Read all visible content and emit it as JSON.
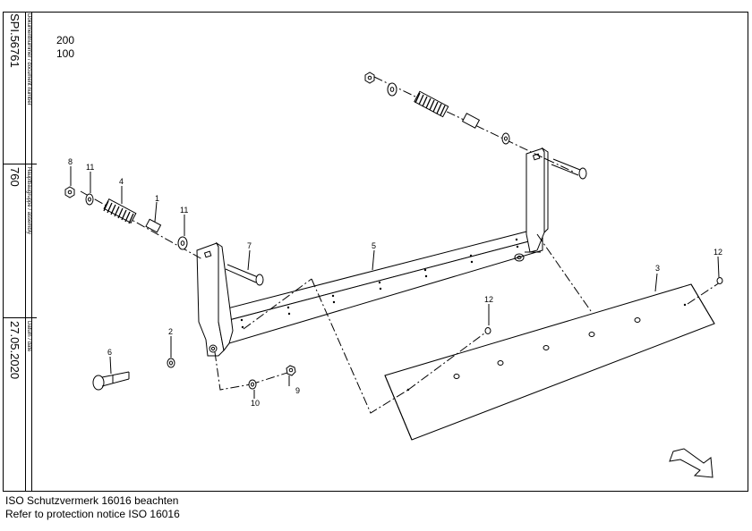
{
  "title_block": {
    "doc_label": "Dokumentnummer / document number",
    "doc_value": "SPI.56761",
    "assembly_label": "Hauptbaugruppe / assembly",
    "assembly_value": "760",
    "date_label": "Datum / date",
    "date_value": "27.05.2020"
  },
  "quantities": [
    "200",
    "100"
  ],
  "callouts": {
    "c1": "1",
    "c2": "2",
    "c3": "3",
    "c4": "4",
    "c5": "5",
    "c6": "6",
    "c7": "7",
    "c8": "8",
    "c9": "9",
    "c10": "10",
    "c11a": "11",
    "c11b": "11",
    "c12a": "12",
    "c12b": "12"
  },
  "notice": {
    "line1": "ISO Schutzvermerk 16016 beachten",
    "line2": "Refer to protection notice ISO 16016"
  }
}
